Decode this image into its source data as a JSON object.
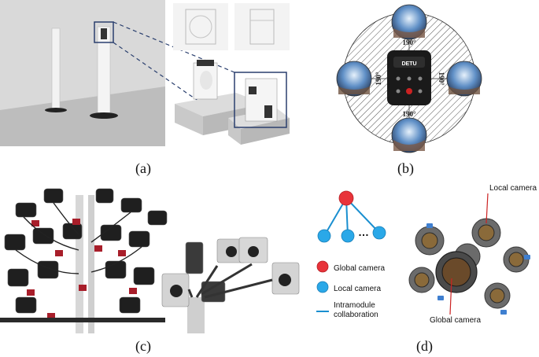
{
  "panels": {
    "a": {
      "caption": "(a)"
    },
    "b": {
      "caption": "(b)",
      "fov_top": "190°",
      "fov_left": "190°",
      "fov_right": "190°",
      "fov_bottom": "190°",
      "device_logo": "DETU"
    },
    "c": {
      "caption": "(c)"
    },
    "d": {
      "caption": "(d)",
      "legend": {
        "global": "Global camera",
        "local": "Local camera",
        "intramodule_line1": "Intramodule",
        "intramodule_line2": "collaboration"
      },
      "callout_local": "Local camera",
      "callout_global": "Global camera",
      "ellipsis": "…"
    }
  },
  "colors": {
    "global_node": "#e8333a",
    "local_node": "#2aa8e8",
    "edge": "#1a8fd0"
  }
}
